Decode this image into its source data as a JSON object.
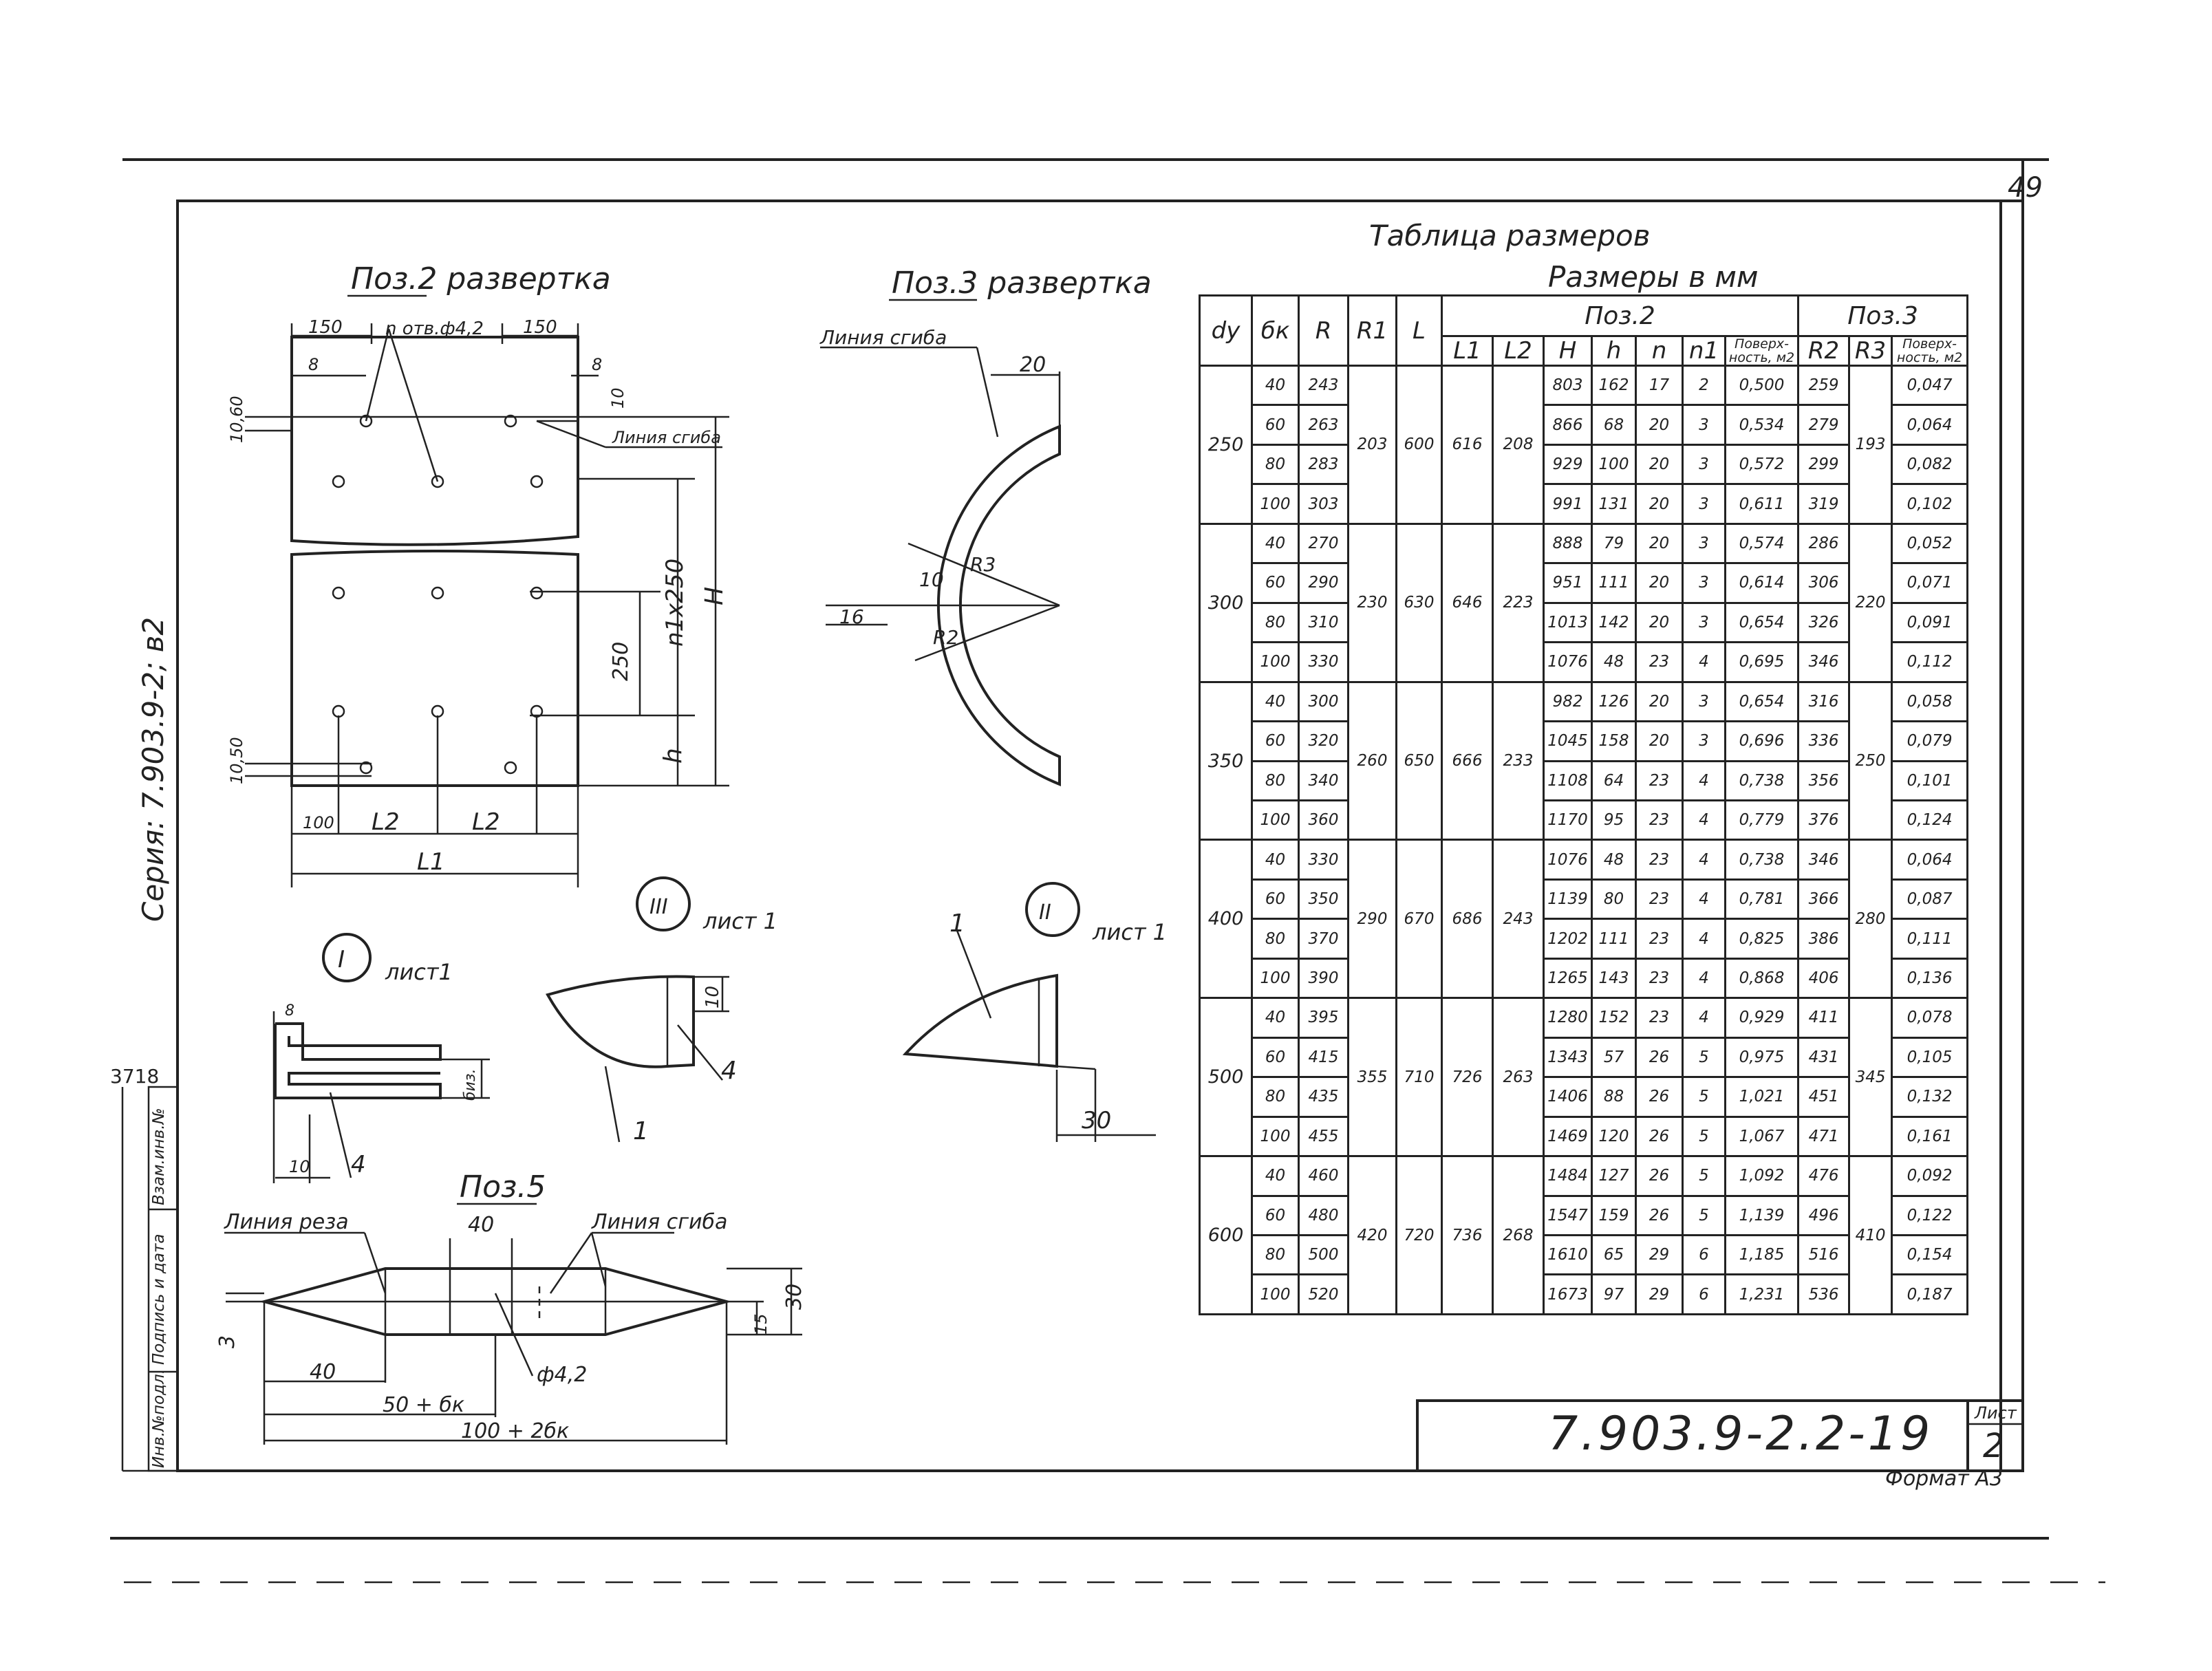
{
  "page_number": "49",
  "series": "Серия: 7.903.9-2; в2",
  "margin_code": "3718",
  "margin_fields": [
    "Инв.№подл.",
    "Подпись и дата",
    "Взам.инв.№"
  ],
  "views": {
    "pos2": {
      "title": "Поз.2 развертка",
      "holes_label": "n отв.ф4,2",
      "bend_line": "Линия сгиба",
      "dims": [
        "150",
        "150",
        "8",
        "8",
        "10",
        "10,60",
        "n1x250",
        "H",
        "250",
        "h",
        "10,50",
        "100",
        "L2",
        "L2",
        "L1"
      ]
    },
    "pos3": {
      "title": "Поз.3 развертка",
      "bend_line": "Линия сгиба",
      "dims": [
        "20",
        "10",
        "16",
        "R3",
        "R2"
      ]
    },
    "detail1": {
      "mark": "I",
      "label": "лист1",
      "dims": [
        "8",
        "биз.",
        "10",
        "4"
      ]
    },
    "detail3": {
      "mark": "III",
      "label": "лист 1",
      "dims": [
        "10",
        "4",
        "1"
      ]
    },
    "detail2": {
      "mark": "II",
      "label": "лист 1",
      "dims": [
        "1",
        "30"
      ]
    },
    "pos5": {
      "title": "Поз.5",
      "cut_line": "Линия реза",
      "bend_line": "Линия сгиба",
      "dims": [
        "40",
        "30",
        "15",
        "3",
        "40",
        "ф4,2",
        "50 + бк",
        "100 + 2бк"
      ]
    }
  },
  "table": {
    "title": "Таблица размеров",
    "subtitle": "Размеры в мм",
    "groups": {
      "pos2": "Поз.2",
      "pos3": "Поз.3"
    },
    "headers": [
      "dy",
      "бк",
      "R",
      "R1",
      "L",
      "L1",
      "L2",
      "H",
      "h",
      "n",
      "n1",
      "Поверх-ность, м2",
      "R2",
      "R3",
      "Поверх-ность, м2"
    ],
    "groups_data": [
      {
        "dy": "250",
        "R1": "203",
        "L": "600",
        "L1": "616",
        "L2": "208",
        "R3": "193",
        "rows": [
          [
            "40",
            "243",
            "803",
            "162",
            "17",
            "2",
            "0,500",
            "259",
            "0,047"
          ],
          [
            "60",
            "263",
            "866",
            "68",
            "20",
            "3",
            "0,534",
            "279",
            "0,064"
          ],
          [
            "80",
            "283",
            "929",
            "100",
            "20",
            "3",
            "0,572",
            "299",
            "0,082"
          ],
          [
            "100",
            "303",
            "991",
            "131",
            "20",
            "3",
            "0,611",
            "319",
            "0,102"
          ]
        ]
      },
      {
        "dy": "300",
        "R1": "230",
        "L": "630",
        "L1": "646",
        "L2": "223",
        "R3": "220",
        "rows": [
          [
            "40",
            "270",
            "888",
            "79",
            "20",
            "3",
            "0,574",
            "286",
            "0,052"
          ],
          [
            "60",
            "290",
            "951",
            "111",
            "20",
            "3",
            "0,614",
            "306",
            "0,071"
          ],
          [
            "80",
            "310",
            "1013",
            "142",
            "20",
            "3",
            "0,654",
            "326",
            "0,091"
          ],
          [
            "100",
            "330",
            "1076",
            "48",
            "23",
            "4",
            "0,695",
            "346",
            "0,112"
          ]
        ]
      },
      {
        "dy": "350",
        "R1": "260",
        "L": "650",
        "L1": "666",
        "L2": "233",
        "R3": "250",
        "rows": [
          [
            "40",
            "300",
            "982",
            "126",
            "20",
            "3",
            "0,654",
            "316",
            "0,058"
          ],
          [
            "60",
            "320",
            "1045",
            "158",
            "20",
            "3",
            "0,696",
            "336",
            "0,079"
          ],
          [
            "80",
            "340",
            "1108",
            "64",
            "23",
            "4",
            "0,738",
            "356",
            "0,101"
          ],
          [
            "100",
            "360",
            "1170",
            "95",
            "23",
            "4",
            "0,779",
            "376",
            "0,124"
          ]
        ]
      },
      {
        "dy": "400",
        "R1": "290",
        "L": "670",
        "L1": "686",
        "L2": "243",
        "R3": "280",
        "rows": [
          [
            "40",
            "330",
            "1076",
            "48",
            "23",
            "4",
            "0,738",
            "346",
            "0,064"
          ],
          [
            "60",
            "350",
            "1139",
            "80",
            "23",
            "4",
            "0,781",
            "366",
            "0,087"
          ],
          [
            "80",
            "370",
            "1202",
            "111",
            "23",
            "4",
            "0,825",
            "386",
            "0,111"
          ],
          [
            "100",
            "390",
            "1265",
            "143",
            "23",
            "4",
            "0,868",
            "406",
            "0,136"
          ]
        ]
      },
      {
        "dy": "500",
        "R1": "355",
        "L": "710",
        "L1": "726",
        "L2": "263",
        "R3": "345",
        "rows": [
          [
            "40",
            "395",
            "1280",
            "152",
            "23",
            "4",
            "0,929",
            "411",
            "0,078"
          ],
          [
            "60",
            "415",
            "1343",
            "57",
            "26",
            "5",
            "0,975",
            "431",
            "0,105"
          ],
          [
            "80",
            "435",
            "1406",
            "88",
            "26",
            "5",
            "1,021",
            "451",
            "0,132"
          ],
          [
            "100",
            "455",
            "1469",
            "120",
            "26",
            "5",
            "1,067",
            "471",
            "0,161"
          ]
        ]
      },
      {
        "dy": "600",
        "R1": "420",
        "L": "720",
        "L1": "736",
        "L2": "268",
        "R3": "410",
        "rows": [
          [
            "40",
            "460",
            "1484",
            "127",
            "26",
            "5",
            "1,092",
            "476",
            "0,092"
          ],
          [
            "60",
            "480",
            "1547",
            "159",
            "26",
            "5",
            "1,139",
            "496",
            "0,122"
          ],
          [
            "80",
            "500",
            "1610",
            "65",
            "29",
            "6",
            "1,185",
            "516",
            "0,154"
          ],
          [
            "100",
            "520",
            "1673",
            "97",
            "29",
            "6",
            "1,231",
            "536",
            "0,187"
          ]
        ]
      }
    ]
  },
  "stamp": {
    "code": "7.903.9-2.2-19",
    "sheet_label": "Лист",
    "sheet_number": "2"
  },
  "format": "Формат А3"
}
